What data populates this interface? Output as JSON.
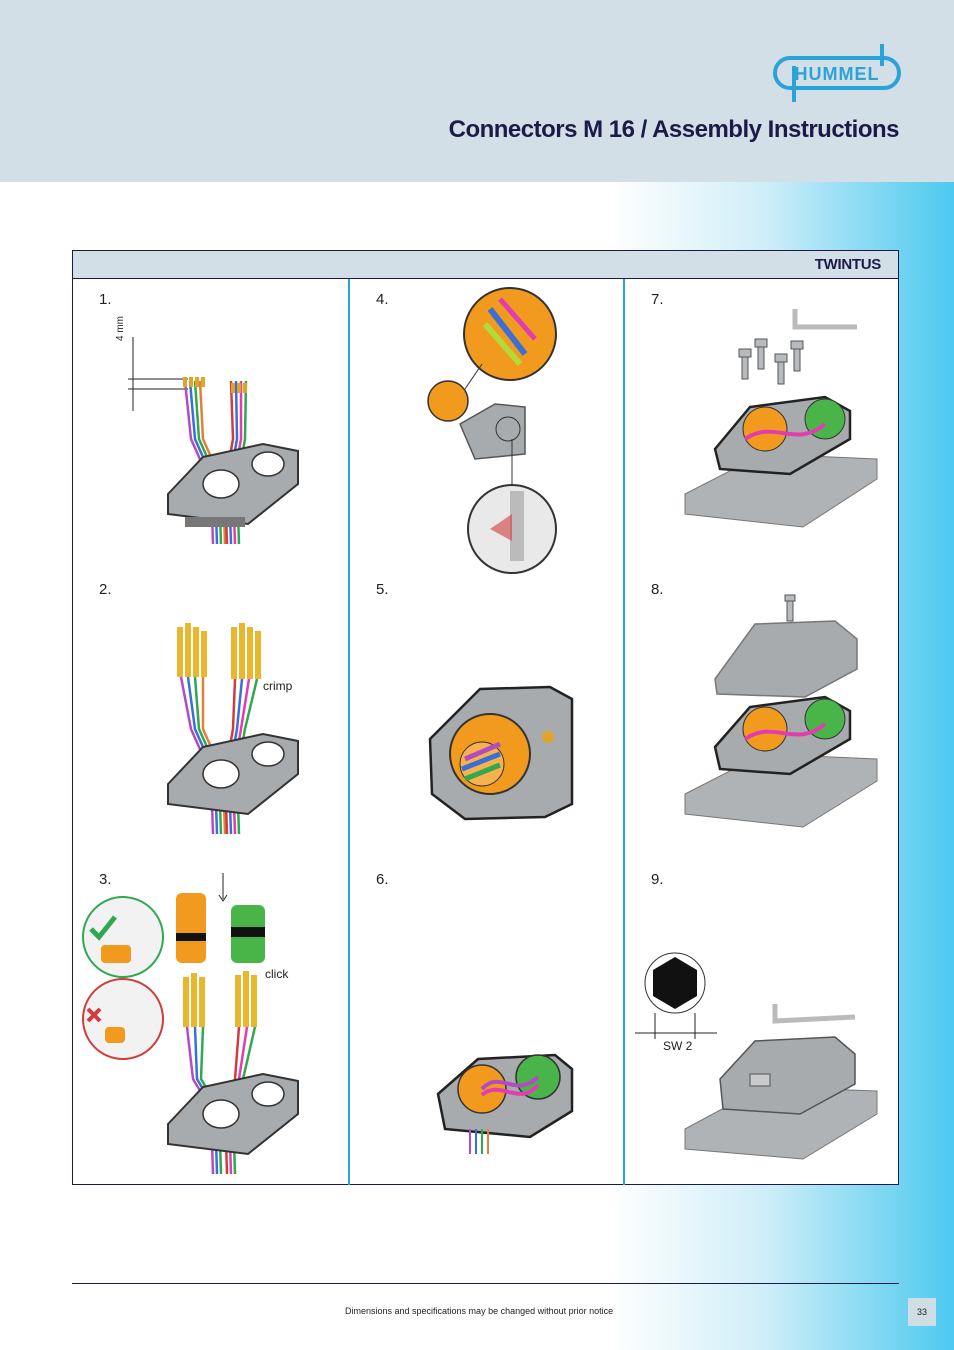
{
  "header": {
    "title": "Connectors M 16 / Assembly Instructions",
    "brand": "HUMMEL"
  },
  "section": {
    "title": "TWINTUS"
  },
  "steps": [
    {
      "number": "1.",
      "annotation": "4 mm"
    },
    {
      "number": "2.",
      "annotation": "crimp"
    },
    {
      "number": "3.",
      "annotation": "click"
    },
    {
      "number": "4.",
      "annotation": ""
    },
    {
      "number": "5.",
      "annotation": ""
    },
    {
      "number": "6.",
      "annotation": ""
    },
    {
      "number": "7.",
      "annotation": ""
    },
    {
      "number": "8.",
      "annotation": ""
    },
    {
      "number": "9.",
      "annotation": "SW 2"
    }
  ],
  "footer": {
    "note": "Dimensions and specifications may be changed without prior notice",
    "page": "33"
  },
  "colors": {
    "navy": "#1b1b4a",
    "accent_blue": "#2aa3d9",
    "band": "#d3dfe6",
    "connector_orange": "#f29a1e",
    "cap_green": "#49b549",
    "housing_grey": "#9ea3a6"
  }
}
